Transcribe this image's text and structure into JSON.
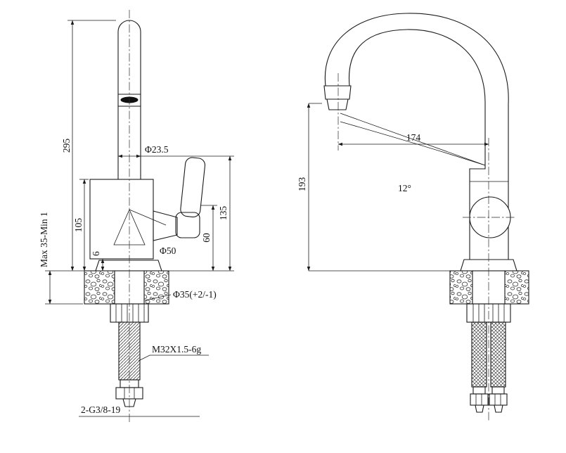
{
  "drawing": {
    "front_view": {
      "total_height": "295",
      "body_height": "105",
      "mount_thickness": "Max 35-Min 1",
      "flange_height": "6",
      "spout_diameter": "Φ23.5",
      "handle_height": "135",
      "handle_pivot_height": "60",
      "base_diameter": "Φ50",
      "hole_diameter": "Φ35(+2/-1)",
      "shank_thread": "M32X1.5-6g",
      "hose_thread": "2-G3/8-19"
    },
    "side_view": {
      "spout_reach": "174",
      "spout_height": "193",
      "outlet_angle": "12°"
    }
  }
}
